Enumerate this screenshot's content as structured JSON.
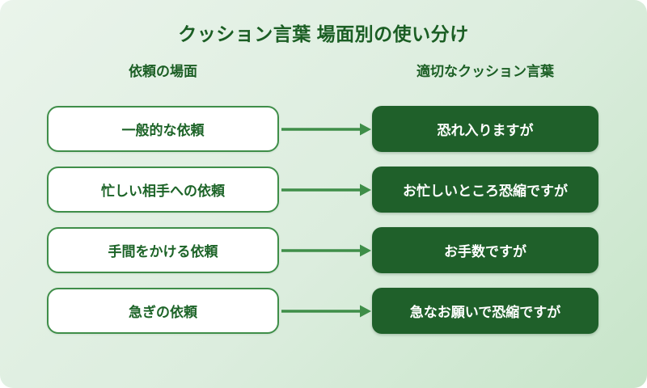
{
  "page": {
    "title": "クッション言葉 場面別の使い分け"
  },
  "columns": {
    "left_header": "依頼の場面",
    "right_header": "適切なクッション言葉"
  },
  "rows": [
    {
      "situation": "一般的な依頼",
      "phrase": "恐れ入りますが"
    },
    {
      "situation": "忙しい相手への依頼",
      "phrase": "お忙しいところ恐縮ですが"
    },
    {
      "situation": "手間をかける依頼",
      "phrase": "お手数ですが"
    },
    {
      "situation": "急ぎの依頼",
      "phrase": "急なお願いで恐縮ですが"
    }
  ],
  "icons": {
    "arrow": "arrow-right-icon"
  },
  "colors": {
    "background_start": "#eaf4eb",
    "background_mid": "#dcedde",
    "background_end": "#c7e5c9",
    "title_green": "#1b5e24",
    "dark_green": "#1f602a",
    "accent_green": "#3f8e49",
    "box_text_green": "#1d6428",
    "white": "#ffffff"
  }
}
